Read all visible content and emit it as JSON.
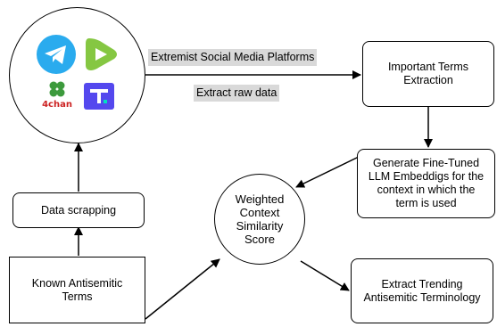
{
  "nodes": {
    "platforms_label": "Extremist Social Media Platforms",
    "extract_label": "Extract raw data",
    "important_terms": "Important Terms\nExtraction",
    "generate_embeddings": "Generate Fine-Tuned\nLLM Embeddigs for the\ncontext in which the\nterm is used",
    "weighted_score": "Weighted\nContext\nSimilarity\nScore",
    "data_scrapping": "Data scrapping",
    "known_terms": "Known Antisemitic\nTerms",
    "extract_trending": "Extract Trending\nAntisemitic Terminology"
  },
  "logos": {
    "fourchan_text": "4chan",
    "icons": [
      "telegram-icon",
      "rumble-icon",
      "4chan-icon",
      "truth-social-icon"
    ]
  },
  "colors": {
    "telegram": "#2AABEE",
    "rumble": "#85C742",
    "fourchan_green": "#3d9a3d",
    "fourchan_text": "#cc2222",
    "truth": "#5448ee",
    "label_bg": "#d9d9d9"
  }
}
